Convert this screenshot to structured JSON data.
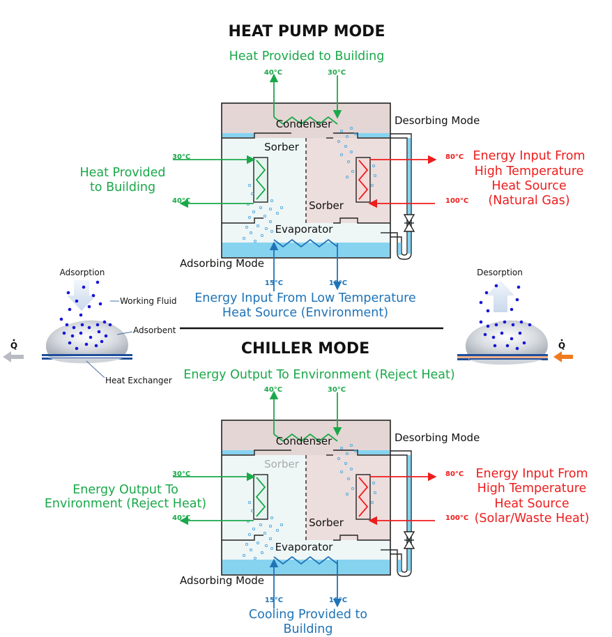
{
  "heat_pump": {
    "title": "HEAT PUMP MODE",
    "top_label": "Heat Provided to Building",
    "left_label_1": "Heat Provided",
    "left_label_2": "to Building",
    "right_label_1": "Energy Input From",
    "right_label_2": "High Temperature",
    "right_label_3": "Heat Source",
    "right_label_4": "(Natural Gas)",
    "bottom_label_1": "Energy Input From Low Temperature",
    "bottom_label_2": "Heat Source (Environment)",
    "desorbing": "Desorbing Mode",
    "adsorbing": "Adsorbing Mode",
    "condenser": "Condenser",
    "evaporator": "Evaporator",
    "sorber_left": "Sorber",
    "sorber_right": "Sorber",
    "temp_top_left": "40°C",
    "temp_top_right": "30°C",
    "temp_left_in": "30°C",
    "temp_left_out": "40°C",
    "temp_right_out": "80°C",
    "temp_right_in": "100°C",
    "temp_bottom_left": "15°C",
    "temp_bottom_right": "10°C"
  },
  "chiller": {
    "title": "CHILLER MODE",
    "top_label": "Energy Output To Environment (Reject Heat)",
    "left_label_1": "Energy Output To",
    "left_label_2": "Environment (Reject Heat)",
    "right_label_1": "Energy Input From",
    "right_label_2": "High Temperature",
    "right_label_3": "Heat Source",
    "right_label_4": "(Solar/Waste Heat)",
    "bottom_label_1": "Cooling Provided to",
    "bottom_label_2": "Building",
    "desorbing": "Desorbing Mode",
    "adsorbing": "Adsorbing Mode",
    "condenser": "Condenser",
    "evaporator": "Evaporator",
    "sorber_left": "Sorber",
    "sorber_right": "Sorber",
    "temp_top_left": "40°C",
    "temp_top_right": "30°C",
    "temp_left_in": "30°C",
    "temp_left_out": "40°C",
    "temp_right_out": "80°C",
    "temp_right_in": "100°C",
    "temp_bottom_left": "15°C",
    "temp_bottom_right": "10°C"
  },
  "inset_left": {
    "title": "Adsorption",
    "working_fluid": "Working Fluid",
    "adsorbent": "Adsorbent",
    "heat_exchanger": "Heat Exchanger",
    "q_symbol": "Q"
  },
  "inset_right": {
    "title": "Desorption",
    "q_symbol": "Q"
  },
  "colors": {
    "green": "#1aa84a",
    "red": "#ee1c1c",
    "blue": "#1f73b7",
    "water": "#86d3f0",
    "left_chamber": "#eef6f6",
    "right_chamber": "#ecdedc",
    "orange": "#f07a20"
  }
}
